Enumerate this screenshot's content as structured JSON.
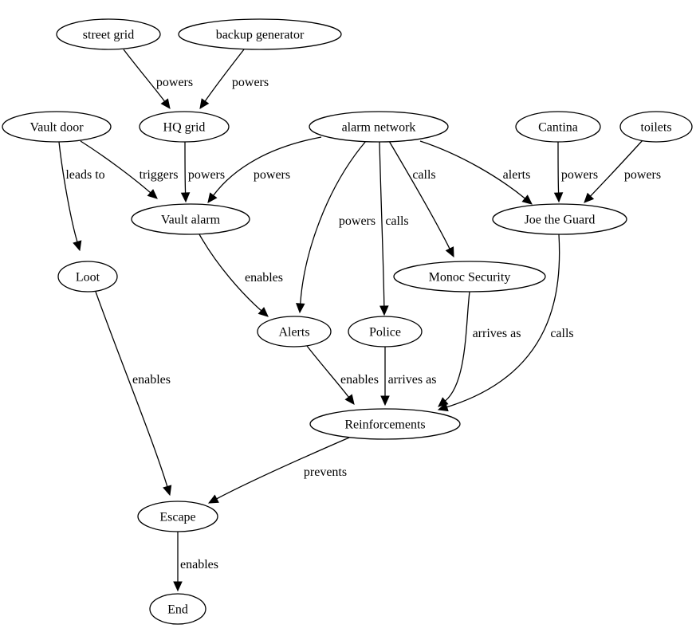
{
  "nodes": [
    {
      "id": "street_grid",
      "label": "street grid"
    },
    {
      "id": "backup_generator",
      "label": "backup generator"
    },
    {
      "id": "vault_door",
      "label": "Vault door"
    },
    {
      "id": "hq_grid",
      "label": "HQ grid"
    },
    {
      "id": "alarm_network",
      "label": "alarm network"
    },
    {
      "id": "cantina",
      "label": "Cantina"
    },
    {
      "id": "toilets",
      "label": "toilets"
    },
    {
      "id": "vault_alarm",
      "label": "Vault alarm"
    },
    {
      "id": "joe_the_guard",
      "label": "Joe the Guard"
    },
    {
      "id": "loot",
      "label": "Loot"
    },
    {
      "id": "monoc_security",
      "label": "Monoc Security"
    },
    {
      "id": "alerts",
      "label": "Alerts"
    },
    {
      "id": "police",
      "label": "Police"
    },
    {
      "id": "reinforcements",
      "label": "Reinforcements"
    },
    {
      "id": "escape",
      "label": "Escape"
    },
    {
      "id": "end",
      "label": "End"
    }
  ],
  "edges": [
    {
      "id": "e1",
      "from": "street_grid",
      "to": "hq_grid",
      "label": "powers"
    },
    {
      "id": "e2",
      "from": "backup_generator",
      "to": "hq_grid",
      "label": "powers"
    },
    {
      "id": "e3",
      "from": "vault_door",
      "to": "loot",
      "label": "leads to"
    },
    {
      "id": "e4",
      "from": "vault_door",
      "to": "vault_alarm",
      "label": "triggers"
    },
    {
      "id": "e5",
      "from": "hq_grid",
      "to": "vault_alarm",
      "label": "powers"
    },
    {
      "id": "e6",
      "from": "alarm_network",
      "to": "vault_alarm",
      "label": "powers"
    },
    {
      "id": "e7",
      "from": "alarm_network",
      "to": "alerts",
      "label": "powers"
    },
    {
      "id": "e8",
      "from": "alarm_network",
      "to": "police",
      "label": "calls"
    },
    {
      "id": "e9",
      "from": "alarm_network",
      "to": "monoc_security",
      "label": "calls"
    },
    {
      "id": "e10",
      "from": "alarm_network",
      "to": "joe_the_guard",
      "label": "alerts"
    },
    {
      "id": "e11",
      "from": "cantina",
      "to": "joe_the_guard",
      "label": "powers"
    },
    {
      "id": "e12",
      "from": "toilets",
      "to": "joe_the_guard",
      "label": "powers"
    },
    {
      "id": "e13",
      "from": "vault_alarm",
      "to": "alerts",
      "label": "enables"
    },
    {
      "id": "e14",
      "from": "loot",
      "to": "escape",
      "label": "enables"
    },
    {
      "id": "e15",
      "from": "alerts",
      "to": "reinforcements",
      "label": "enables"
    },
    {
      "id": "e16",
      "from": "police",
      "to": "reinforcements",
      "label": "arrives as"
    },
    {
      "id": "e17",
      "from": "monoc_security",
      "to": "reinforcements",
      "label": "arrives as"
    },
    {
      "id": "e18",
      "from": "joe_the_guard",
      "to": "reinforcements",
      "label": "calls"
    },
    {
      "id": "e19",
      "from": "reinforcements",
      "to": "escape",
      "label": "prevents"
    },
    {
      "id": "e20",
      "from": "escape",
      "to": "end",
      "label": "enables"
    }
  ]
}
